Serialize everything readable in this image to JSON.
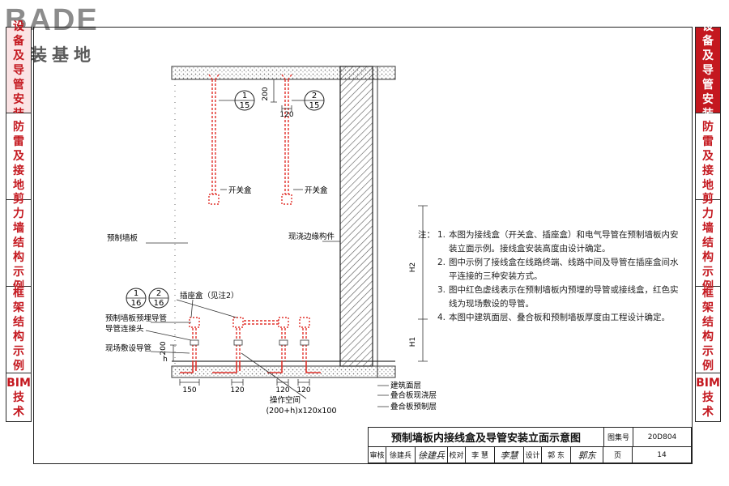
{
  "logo": {
    "brand": "BADE",
    "caption": "建装基地"
  },
  "left_tabs": [
    {
      "label": "设备及导管安装",
      "state": "dim"
    },
    {
      "label": "防雷及接地",
      "state": "normal"
    },
    {
      "label": "剪力墙结构示例",
      "state": "normal"
    },
    {
      "label": "框架结构示例",
      "state": "normal"
    },
    {
      "label": "BIM技术",
      "state": "normal"
    }
  ],
  "right_tabs": [
    {
      "label": "设备及导管安装",
      "state": "active"
    },
    {
      "label": "防雷及接地",
      "state": "normal"
    },
    {
      "label": "剪力墙结构示例",
      "state": "normal"
    },
    {
      "label": "框架结构示例",
      "state": "normal"
    },
    {
      "label": "BIM技术",
      "state": "normal"
    }
  ],
  "drawing": {
    "callouts": {
      "c1": {
        "num": "1",
        "den": "15"
      },
      "c2": {
        "num": "2",
        "den": "15"
      },
      "c3": {
        "num": "1",
        "den": "16"
      },
      "c4": {
        "num": "2",
        "den": "16"
      }
    },
    "labels": {
      "switch_box_1": "开关盒",
      "switch_box_2": "开关盒",
      "prefab_wall": "预制墙板",
      "cast_edge": "现浇边缘构件",
      "socket_box": "插座盒（见注2）",
      "prefab_conduit": "预制墙板预埋导管",
      "conduit_joint": "导管连接头",
      "site_conduit": "现场敷设导管",
      "op_space": "操作空间",
      "op_size": "(200+h)x120x100",
      "building_layer": "建筑面层",
      "slab_cast": "叠合板现浇层",
      "slab_prefab": "叠合板预制层"
    },
    "dims": {
      "d200_top": "200",
      "d120_top": "120",
      "d200_bot": "200",
      "h": "h",
      "d150": "150",
      "d120_a": "120",
      "d120_b": "120",
      "d120_c": "120",
      "H1": "H1",
      "H2": "H2"
    }
  },
  "notes": {
    "head": "注：",
    "items": [
      {
        "num": "1.",
        "text": "本图为接线盒（开关盒、插座盒）和电气导管在预制墙板内安装立面示例。接线盒安装高度由设计确定。"
      },
      {
        "num": "2.",
        "text": "图中示例了接线盒在线路终端、线路中间及导管在插座盒间水平连接的三种安装方式。"
      },
      {
        "num": "3.",
        "text": "图中红色虚线表示在预制墙板内预埋的导管或接线盒，红色实线为现场敷设的导管。"
      },
      {
        "num": "4.",
        "text": "本图中建筑面层、叠合板和预制墙板厚度由工程设计确定。"
      }
    ]
  },
  "title_block": {
    "title": "预制墙板内接线盒及导管安装立面示意图",
    "atlas_label": "图集号",
    "atlas_no": "20D804",
    "review_label": "审核",
    "reviewer": "徐建兵",
    "reviewer_sig": "徐建兵",
    "check_label": "校对",
    "checker": "李 慧",
    "checker_sig": "李慧",
    "design_label": "设计",
    "designer": "郭 东",
    "designer_sig": "郭东",
    "page_label": "页",
    "page_no": "14"
  }
}
